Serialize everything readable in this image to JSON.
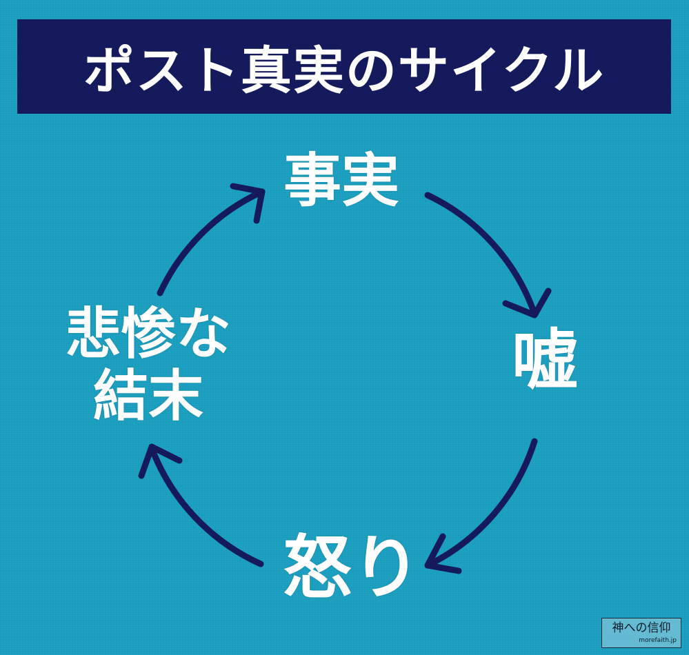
{
  "title": "ポスト真実のサイクル",
  "cycle": {
    "nodes": {
      "top": "事実",
      "right": "嘘",
      "bottom": "怒り",
      "left_line1": "悲惨な",
      "left_line2": "結末"
    },
    "arrow_color": "#141a5c"
  },
  "colors": {
    "background": "#1a9fc0",
    "title_bar": "#141a5c",
    "text": "#ffffff"
  },
  "watermark": {
    "main": "神への信仰",
    "sub": "morefaith.jp"
  }
}
